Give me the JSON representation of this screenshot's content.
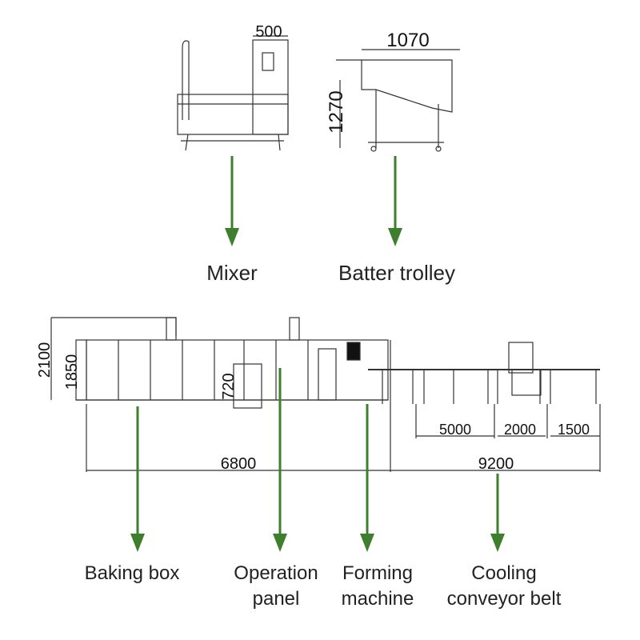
{
  "labels": {
    "mixer": "Mixer",
    "batter_trolley": "Batter trolley",
    "baking_box": "Baking box",
    "operation_panel": [
      "Operation",
      "panel"
    ],
    "forming_machine": [
      "Forming",
      "machine"
    ],
    "cooling_conveyor": [
      "Cooling",
      "conveyor belt"
    ]
  },
  "dimensions": {
    "mixer_width": "500",
    "trolley_width": "1070",
    "trolley_height": "1270",
    "line_height_total": "2100",
    "oven_height": "1850",
    "panel_height": "720",
    "oven_length": "6800",
    "conveyor_total": "9200",
    "conveyor_seg1": "5000",
    "conveyor_seg2": "2000",
    "conveyor_seg3": "1500"
  },
  "colors": {
    "arrow": "#3d7f2c",
    "line": "#333333"
  }
}
